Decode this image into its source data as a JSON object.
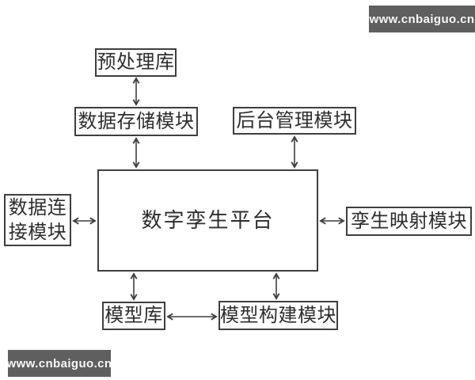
{
  "watermark": {
    "text": "www.cnbaiguo.cn"
  },
  "colors": {
    "line": "#3f3f3f",
    "text": "#2e2e2e",
    "watermark_bg": "#5f5f5f",
    "watermark_text": "#f7f7f7",
    "page_bg": "#ffffff"
  },
  "diagram": {
    "type": "block-diagram",
    "nodes": {
      "preprocessing_library": {
        "label": "预处理库"
      },
      "data_storage_module": {
        "label": "数据存储模块"
      },
      "backend_management_module": {
        "label": "后台管理模块"
      },
      "data_connection_module": {
        "label": "数据连接模块"
      },
      "digital_twin_platform": {
        "label": "数字孪生平台"
      },
      "twin_mapping_module": {
        "label": "孪生映射模块"
      },
      "model_library": {
        "label": "模型库"
      },
      "model_building_module": {
        "label": "模型构建模块"
      }
    },
    "connections": [
      {
        "from": "预处理库",
        "to": "数据存储模块",
        "type": "bidirectional"
      },
      {
        "from": "数据存储模块",
        "to": "数字孪生平台",
        "type": "bidirectional"
      },
      {
        "from": "后台管理模块",
        "to": "数字孪生平台",
        "type": "bidirectional"
      },
      {
        "from": "数据连接模块",
        "to": "数字孪生平台",
        "type": "bidirectional"
      },
      {
        "from": "数字孪生平台",
        "to": "孪生映射模块",
        "type": "bidirectional"
      },
      {
        "from": "数字孪生平台",
        "to": "模型库",
        "type": "bidirectional"
      },
      {
        "from": "数字孪生平台",
        "to": "模型构建模块",
        "type": "bidirectional"
      },
      {
        "from": "模型库",
        "to": "模型构建模块",
        "type": "bidirectional"
      }
    ]
  }
}
